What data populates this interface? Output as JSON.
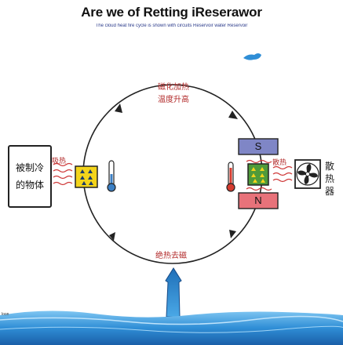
{
  "title": "Are we of Retting iReserawor",
  "subtitle": "The cloud heat fire cycle is shown with circuits Reservoir water Reservoir",
  "cycle": {
    "top_line1": "磁化加热",
    "top_line2": "温度升高",
    "bottom": "绝热去磁"
  },
  "left": {
    "object_label": "被制冷的物体",
    "heat_label": "吸热"
  },
  "right": {
    "pole_s": "S",
    "pole_n": "N",
    "heat_label": "散热",
    "heat_sink_label": "散热器"
  },
  "corner_text": "loon",
  "colors": {
    "pole_s": "#7f86c6",
    "pole_n": "#e8727a",
    "material_left": "#f3d41b",
    "material_right": "#4f9a3a",
    "heat_wave": "#cf3a3a",
    "thermo_cold": "#3b7fc4",
    "thermo_hot": "#d53b2e",
    "water": "#2f8ed6"
  }
}
